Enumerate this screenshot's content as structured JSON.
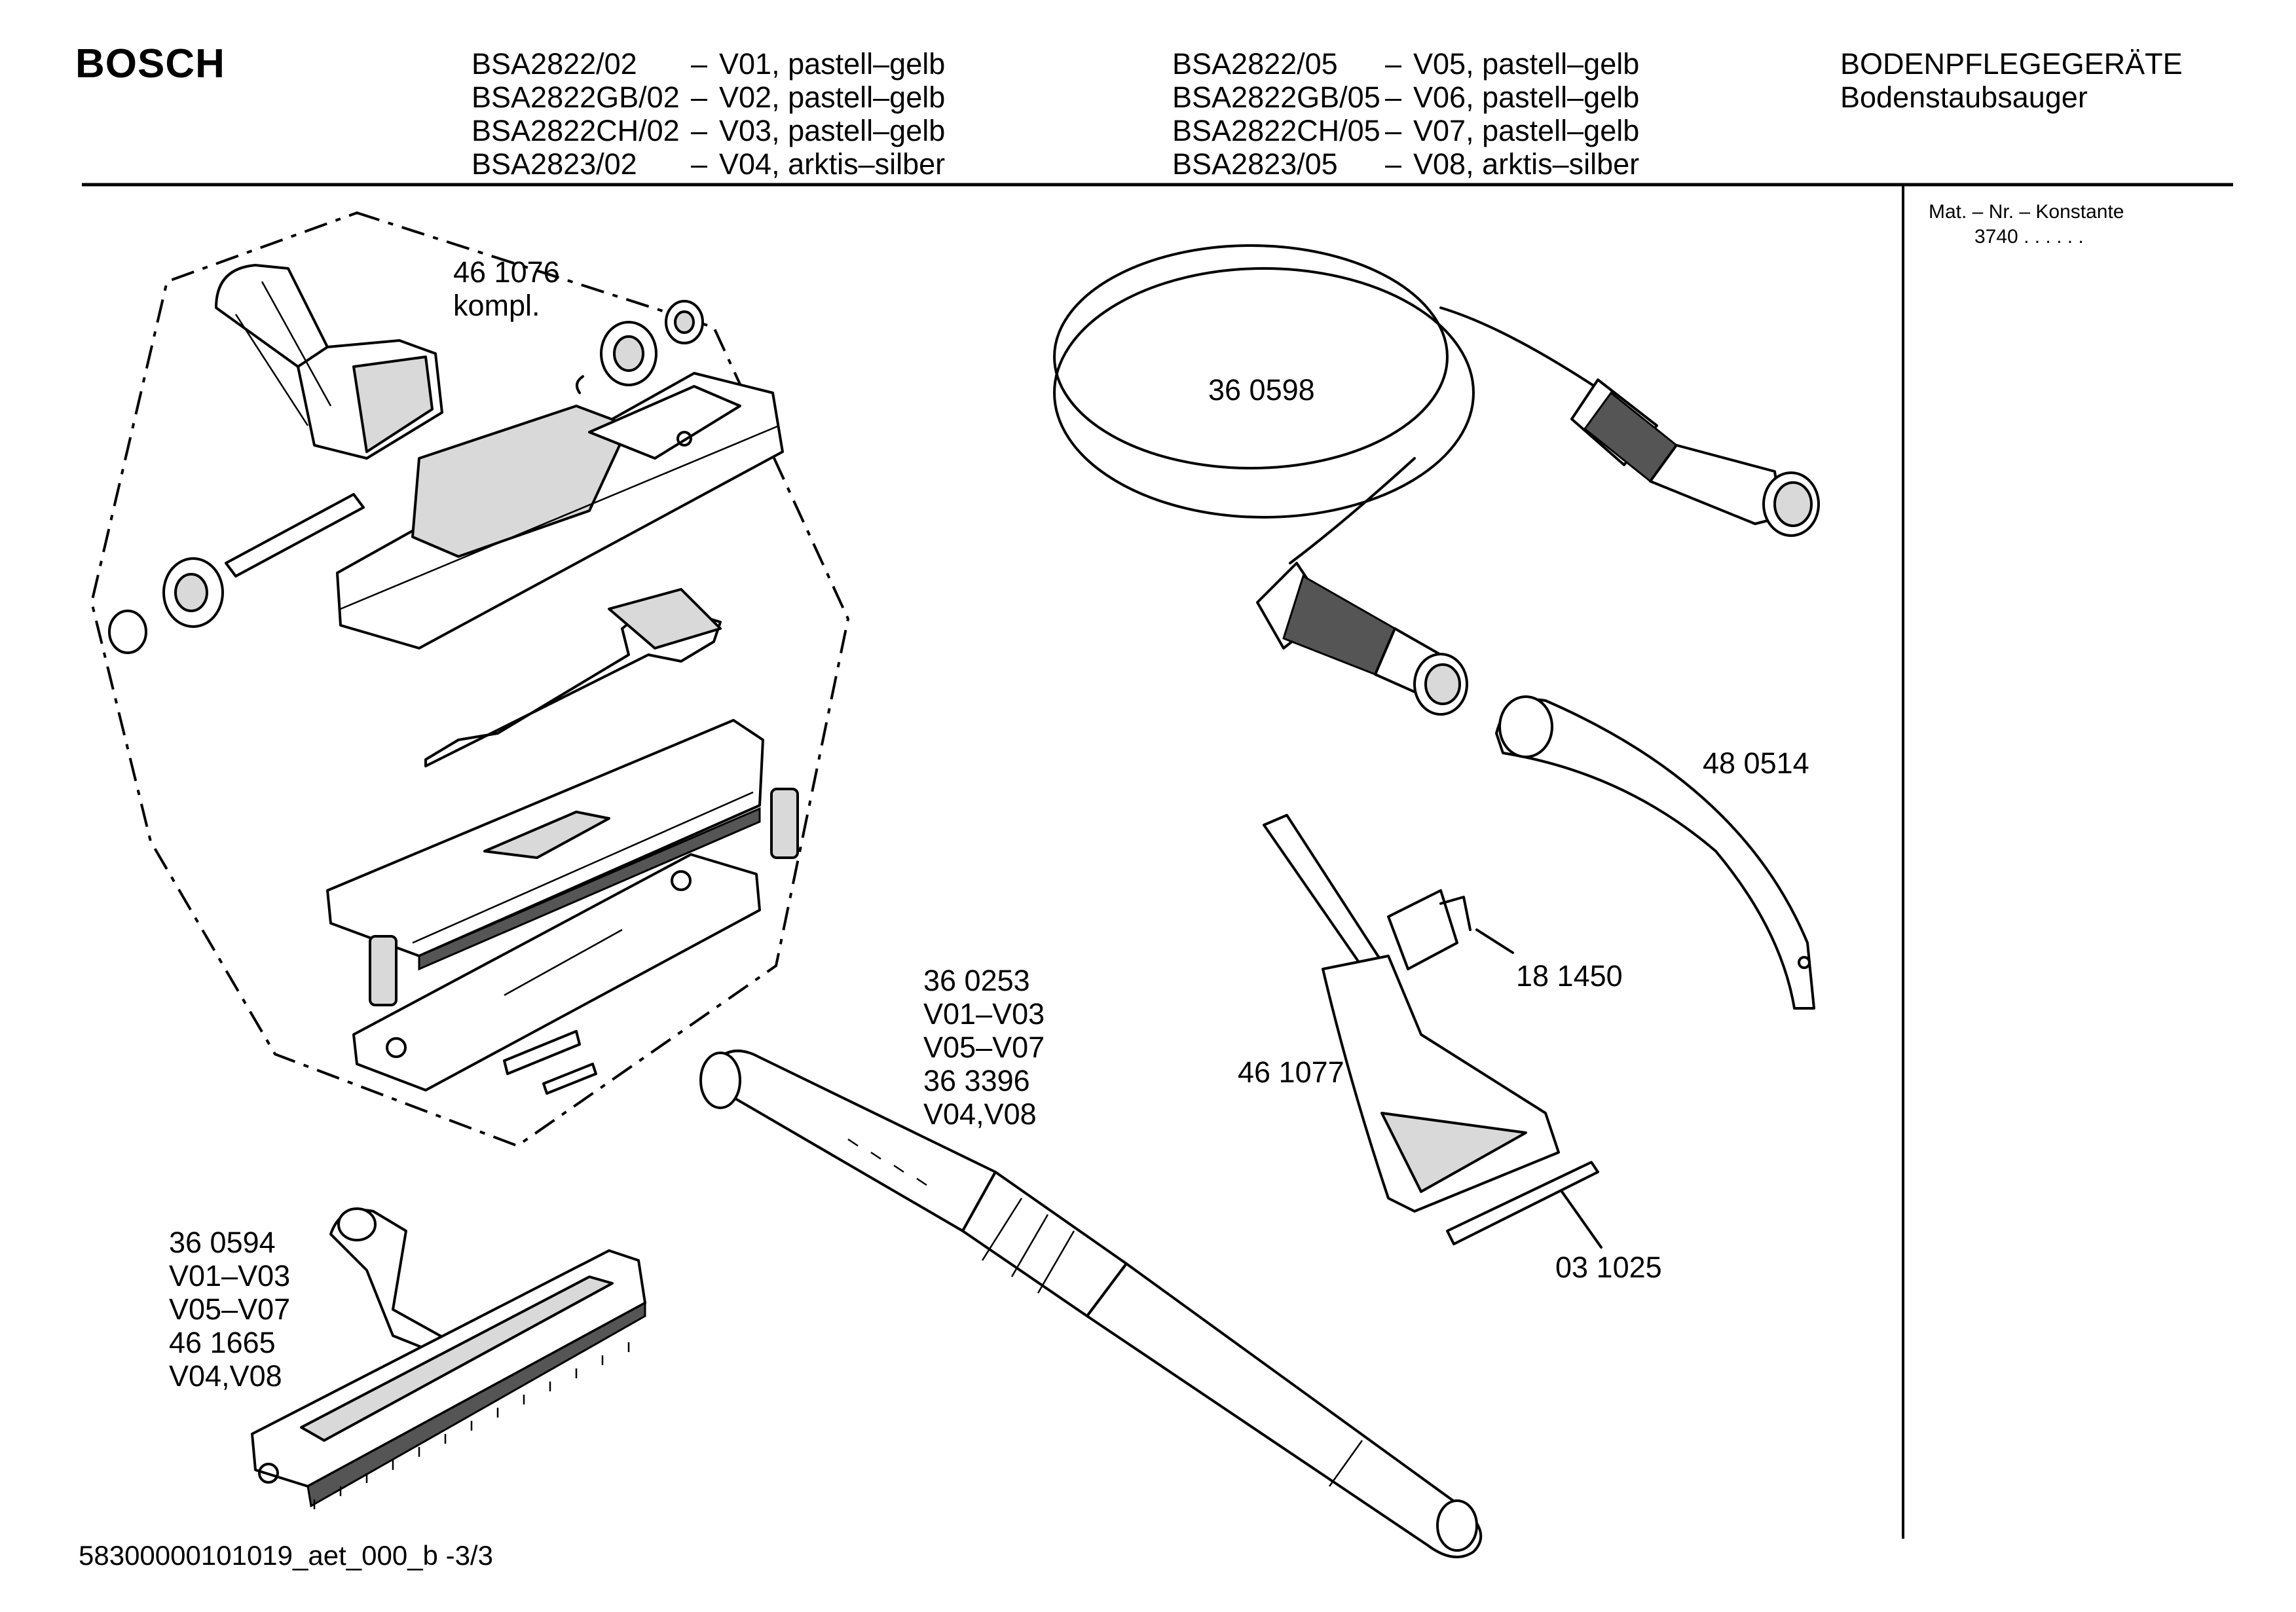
{
  "brand": "BOSCH",
  "models_left": [
    {
      "model": "BSA2822/02",
      "sep": "–",
      "variant": "V01, pastell–gelb"
    },
    {
      "model": "BSA2822GB/02",
      "sep": "–",
      "variant": "V02, pastell–gelb"
    },
    {
      "model": "BSA2822CH/02",
      "sep": "–",
      "variant": "V03, pastell–gelb"
    },
    {
      "model": "BSA2823/02",
      "sep": "–",
      "variant": "V04, arktis–silber"
    }
  ],
  "models_right": [
    {
      "model": "BSA2822/05",
      "sep": "–",
      "variant": "V05, pastell–gelb"
    },
    {
      "model": "BSA2822GB/05",
      "sep": "–",
      "variant": "V06, pastell–gelb"
    },
    {
      "model": "BSA2822CH/05",
      "sep": "–",
      "variant": "V07, pastell–gelb"
    },
    {
      "model": "BSA2823/05",
      "sep": "–",
      "variant": "V08, arktis–silber"
    }
  ],
  "category": {
    "title": "BODENPFLEGEGERÄTE",
    "subtitle": "Bodenstaubsauger"
  },
  "material_note": {
    "label": "Mat. – Nr. – Konstante",
    "value": "3740  .  .    .  .  .  ."
  },
  "parts": {
    "p461076": {
      "line1": "46 1076",
      "line2": "kompl."
    },
    "p360598": "36 0598",
    "p480514": "48 0514",
    "p181450": "18 1450",
    "p461077": "46 1077",
    "p031025": "03 1025",
    "p360253": [
      "36 0253",
      "V01–V03",
      "V05–V07",
      "36 3396",
      "V04,V08"
    ],
    "p360594": [
      "36 0594",
      "V01–V03",
      "V05–V07",
      "46 1665",
      "V04,V08"
    ]
  },
  "footer": "58300000101019_aet_000_b  -3/3"
}
